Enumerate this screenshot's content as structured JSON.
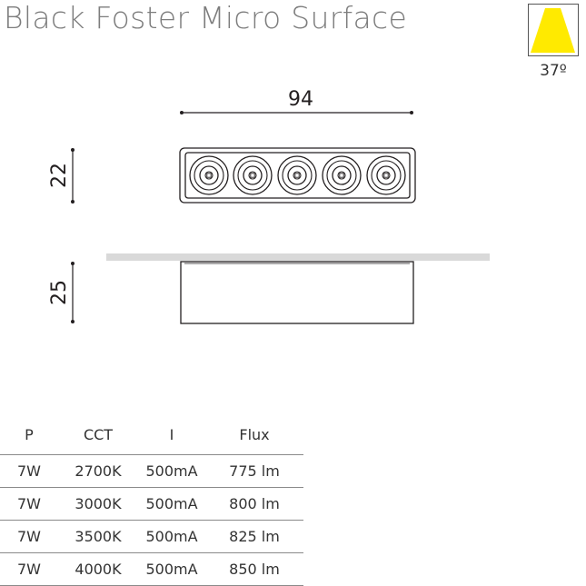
{
  "product": {
    "title": "Black Foster Micro Surface"
  },
  "beam": {
    "angle_label": "37º",
    "color": "#ffea00"
  },
  "dimensions": {
    "width_label": "94",
    "front_height_label": "22",
    "side_height_label": "25"
  },
  "specs": {
    "headers": [
      "P",
      "CCT",
      "I",
      "Flux"
    ],
    "rows": [
      [
        "7W",
        "2700K",
        "500mA",
        "775 lm"
      ],
      [
        "7W",
        "3000K",
        "500mA",
        "800 lm"
      ],
      [
        "7W",
        "3500K",
        "500mA",
        "825 lm"
      ],
      [
        "7W",
        "4000K",
        "500mA",
        "850 lm"
      ]
    ]
  }
}
